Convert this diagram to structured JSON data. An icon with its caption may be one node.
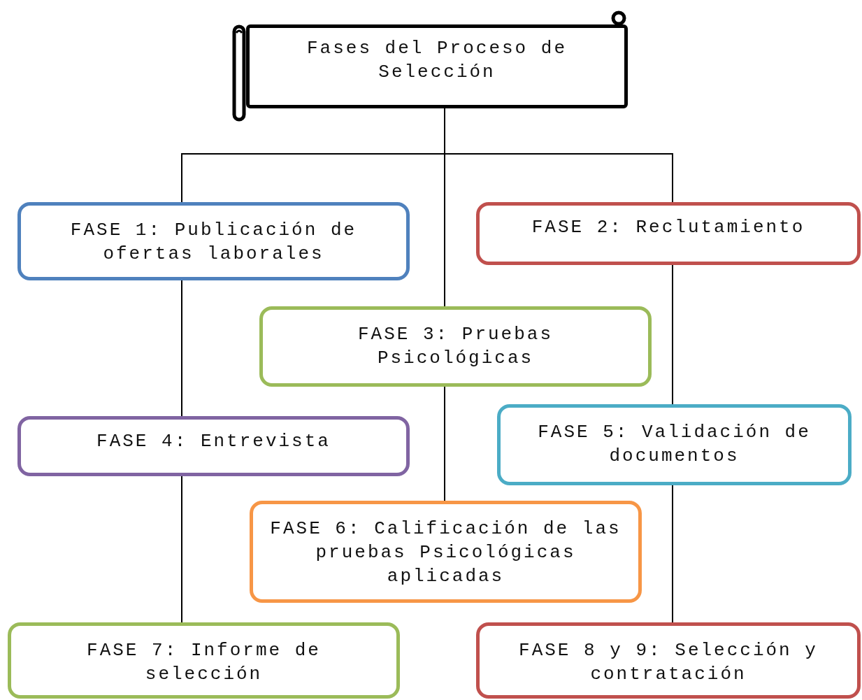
{
  "diagram": {
    "nodes": [
      {
        "text": [
          "Fases del Proceso de Selección"
        ]
      },
      {
        "text": [
          "FASE 1: Publicación de ofertas laborales"
        ]
      },
      {
        "text": [
          "FASE 2: Reclutamiento"
        ]
      },
      {
        "text": [
          "FASE 3: Pruebas Psicológicas"
        ]
      },
      {
        "text": [
          "FASE 4: Entrevista"
        ]
      },
      {
        "text": [
          "FASE 5: Validación de documentos"
        ]
      },
      {
        "text": [
          "FASE 6: Calificación de las pruebas Psicológicas aplicadas"
        ]
      },
      {
        "text": [
          "FASE 7: Informe de selección"
        ]
      },
      {
        "text": [
          "FASE 8 y 9: Selección y contratación"
        ]
      }
    ],
    "edges": [
      {
        "from": 0,
        "to": 1,
        "arrow": "none"
      },
      {
        "from": 0,
        "to": 3,
        "arrow": "none"
      },
      {
        "from": 0,
        "to": 2,
        "arrow": "none"
      },
      {
        "from": 1,
        "to": 4,
        "arrow": "none"
      },
      {
        "from": 3,
        "to": 6,
        "arrow": "none"
      },
      {
        "from": 2,
        "to": 5,
        "arrow": "none"
      },
      {
        "from": 4,
        "to": 7,
        "arrow": "none"
      },
      {
        "from": 5,
        "to": 8,
        "arrow": "none"
      }
    ]
  }
}
